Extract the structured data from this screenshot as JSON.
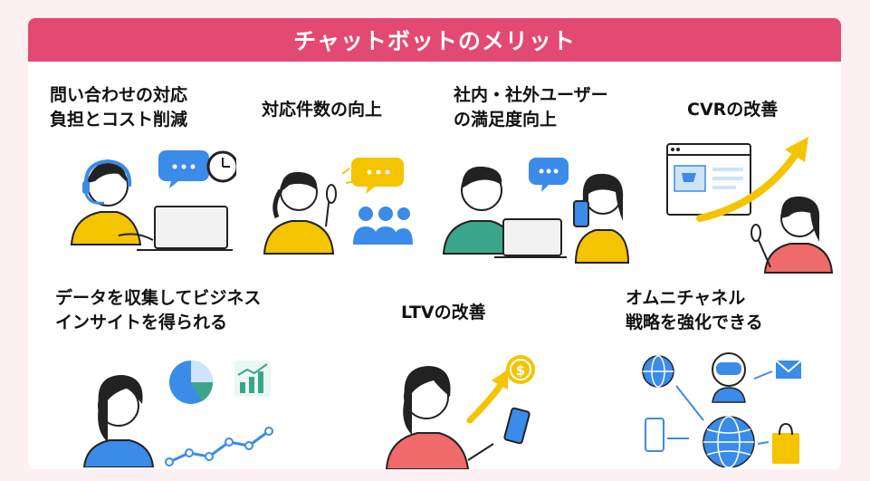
{
  "title": "チャットボットのメリット",
  "colors": {
    "banner": "#e24a72",
    "yellow": "#f4c400",
    "blue": "#3b8be8",
    "green": "#3aa58a",
    "pink": "#ef6a6a",
    "dark": "#222222"
  },
  "benefits": [
    {
      "lines": [
        "問い合わせの対応",
        "負担とコスト削減"
      ],
      "icons": [
        "operator-headset-icon",
        "chat-bubble-icon",
        "clock-icon",
        "laptop-icon"
      ]
    },
    {
      "lines": [
        "対応件数の向上"
      ],
      "icons": [
        "woman-pointing-icon",
        "chat-bubble-icon",
        "people-group-icon"
      ]
    },
    {
      "lines": [
        "社内・社外ユーザー",
        "の満足度向上"
      ],
      "icons": [
        "man-laptop-icon",
        "woman-smartphone-icon",
        "chat-bubble-icon"
      ]
    },
    {
      "lines": [
        "CVRの改善"
      ],
      "icons": [
        "browser-cart-icon",
        "rising-arrow-icon",
        "woman-pointing-icon"
      ]
    },
    {
      "lines": [
        "データを収集してビジネス",
        "インサイトを得られる"
      ],
      "icons": [
        "woman-profile-icon",
        "pie-chart-icon",
        "bar-chart-icon",
        "line-graph-icon"
      ]
    },
    {
      "lines": [
        "LTVの改善"
      ],
      "icons": [
        "woman-smartphone-icon",
        "coin-dollar-icon",
        "rising-arrow-icon"
      ]
    },
    {
      "lines": [
        "オムニチャネル",
        "戦略を強化できる"
      ],
      "icons": [
        "globe-icon",
        "vr-robot-icon",
        "mail-icon",
        "smartphone-icon",
        "shopping-bag-icon"
      ]
    }
  ]
}
